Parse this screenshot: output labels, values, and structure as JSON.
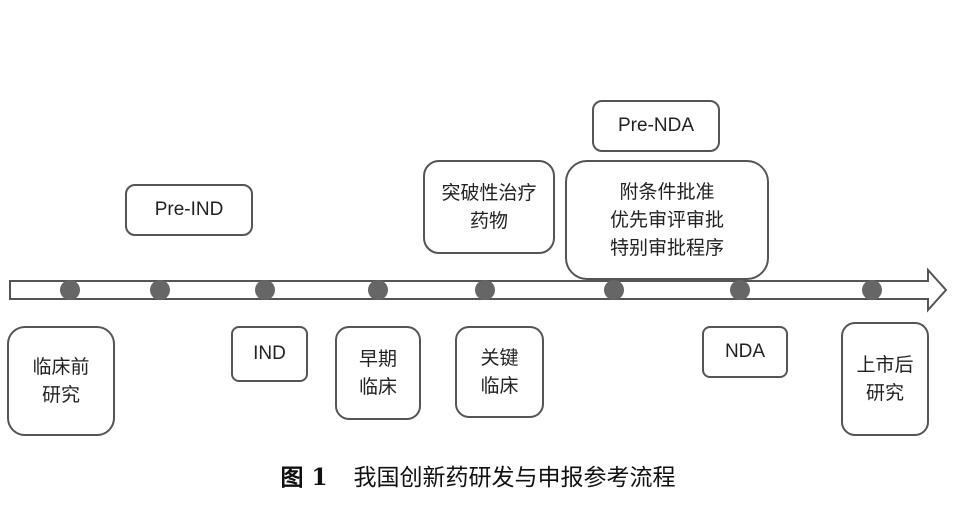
{
  "above_timeline": {
    "pre_ind": "Pre-IND",
    "breakthrough": [
      "突破性治疗",
      "药物"
    ],
    "pre_nda": "Pre-NDA",
    "expedited": [
      "附条件批准",
      "优先审评审批",
      "特别审批程序"
    ]
  },
  "below_timeline": {
    "preclinical": [
      "临床前",
      "研究"
    ],
    "ind": "IND",
    "early_clinical": [
      "早期",
      "临床"
    ],
    "pivotal_clinical": [
      "关键",
      "临床"
    ],
    "nda": "NDA",
    "post_market": [
      "上市后",
      "研究"
    ]
  },
  "caption": {
    "figure_label": "图 1",
    "title": "我国创新药研发与申报参考流程"
  },
  "colors": {
    "border": "#555555",
    "dot": "#666666",
    "text": "#222222"
  }
}
